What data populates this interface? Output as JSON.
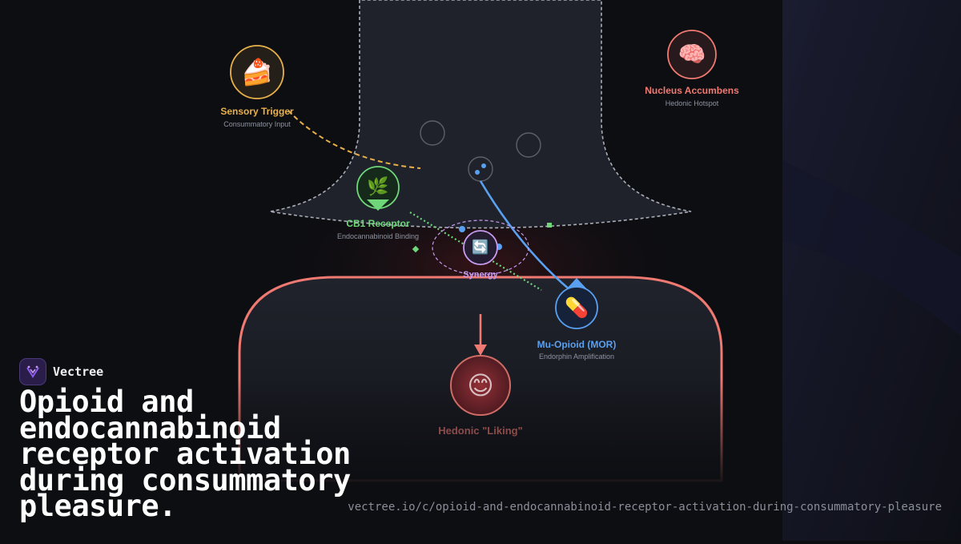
{
  "brand": {
    "name": "Vectree",
    "logo_icon": "vectree-logo-icon",
    "accent": "#8a5cf0"
  },
  "headline": "Opioid and endocannabinoid receptor activation during consummatory pleasure.",
  "url": "vectree.io/c/opioid-and-endocannabinoid-receptor-activation-during-consummatory-pleasure",
  "diagram": {
    "nodes": {
      "sensory": {
        "label": "Sensory Trigger",
        "sublabel": "Consummatory Input",
        "icon": "cake-icon",
        "glyph": "🍰",
        "color": "#e8b04a"
      },
      "accumbens": {
        "label": "Nucleus Accumbens",
        "sublabel": "Hedonic Hotspot",
        "icon": "brain-icon",
        "glyph": "🧠",
        "color": "#f07a72"
      },
      "cb1": {
        "label": "CB1 Receptor",
        "sublabel": "Endocannabinoid Binding",
        "icon": "leaf-icon",
        "glyph": "🌿",
        "color": "#6fd67a"
      },
      "synergy": {
        "label": "Synergy",
        "icon": "cycle-arrows-icon",
        "glyph": "🔄",
        "color": "#c79bf0"
      },
      "mor": {
        "label": "Mu-Opioid (MOR)",
        "sublabel": "Endorphin Amplification",
        "icon": "pill-icon",
        "glyph": "💊",
        "color": "#5aa0f0"
      },
      "liking": {
        "label": "Hedonic \"Liking\"",
        "icon": "smile-icon",
        "glyph": "😊",
        "color": "#f07a72"
      }
    }
  }
}
